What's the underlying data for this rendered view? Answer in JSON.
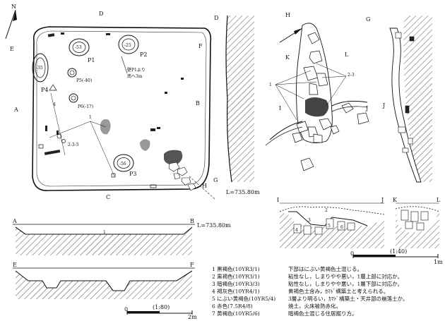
{
  "plan": {
    "compass": {
      "label": "N"
    },
    "labels": {
      "d_top": "D",
      "e": "E",
      "f": "F",
      "a": "A",
      "b": "B",
      "c": "C",
      "g": "G",
      "h": "H"
    },
    "pits": [
      {
        "id": "p1",
        "label": "P1",
        "depth": "-53"
      },
      {
        "id": "p2",
        "label": "P2",
        "depth": "-25"
      },
      {
        "id": "p3",
        "label": "P3",
        "depth": "-56"
      },
      {
        "id": "p4",
        "label": "P4",
        "depth": "-35"
      },
      {
        "id": "p5",
        "label": "P5(-40)"
      },
      {
        "id": "p6",
        "label": "P6(-17)"
      }
    ],
    "note_lines": [
      "壁P1より",
      "南へ3m"
    ],
    "pointer_labels": {
      "plan_1": "1",
      "plan_4": "4",
      "plan_235": "2-3-5"
    }
  },
  "detail": {
    "labels": {
      "h": "H",
      "k": "K",
      "l": "L",
      "i": "I",
      "j": "J",
      "g_right": "G"
    },
    "pointer_labels": {
      "d1": "1",
      "d23": "2-3"
    }
  },
  "sections": {
    "ab": {
      "left": "A",
      "right": "B",
      "level": "L=735.80m",
      "layer": "1"
    },
    "ef": {
      "left": "E",
      "right": "F"
    },
    "ij": {
      "left": "I",
      "right": "J",
      "layers": [
        "2",
        "3",
        "4",
        "5",
        "6"
      ]
    },
    "kl": {
      "left": "K",
      "right": "L"
    },
    "level_mid": "L=735.80m"
  },
  "scales": {
    "small": {
      "ratio": "(1:80)",
      "start": "0",
      "end": "2m"
    },
    "large": {
      "ratio": "(1:40)",
      "start": "0",
      "end": "1m"
    }
  },
  "legend": [
    {
      "num": "1",
      "name": "黒褐色(10YR3/1)",
      "desc": "下部はにぶい黄褐色土混じる。"
    },
    {
      "num": "2",
      "name": "黒褐色(10YR3/1)",
      "desc": "粘性なし，しまりやや悪い，1層上部に対応か。"
    },
    {
      "num": "3",
      "name": "暗褐色(10YR3/3)",
      "desc": "粘性なし，しまりやや悪い，1層下部に対応か。"
    },
    {
      "num": "4",
      "name": "褐灰色(10YR4/1)",
      "desc": "黄褐色土含み，ｶﾏﾄﾞ構築土と考えられる。"
    },
    {
      "num": "5",
      "name": "にぶい黄褐色(10YR5/4)",
      "desc": "3層より明るい，ｶﾏﾄﾞ構築土・天井部の崩落土か。"
    },
    {
      "num": "6",
      "name": "赤色(7.5R4/8)",
      "desc": "焼土，火床被熱赤化。"
    },
    {
      "num": "7",
      "name": "黄褐色(10YR5/6)",
      "desc": "暗褐色土混じる住居掘り方。"
    }
  ]
}
